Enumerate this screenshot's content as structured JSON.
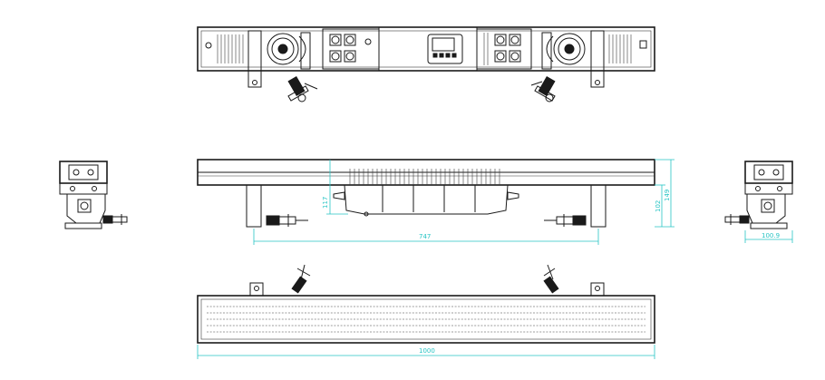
{
  "dimensions": {
    "mount_spacing": "747",
    "total_length": "1000",
    "depth": "100.9",
    "height_a": "149",
    "height_b": "102",
    "height_c": "117"
  },
  "colors": {
    "line": "#1a1a1a",
    "dimension": "#27c4c4",
    "background": "#ffffff"
  }
}
